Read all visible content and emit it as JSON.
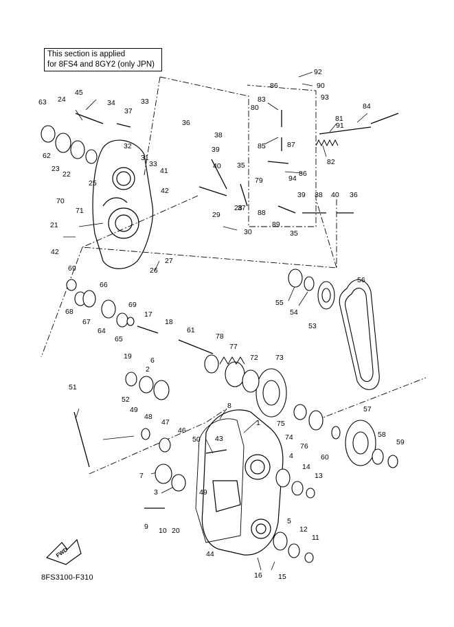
{
  "note": {
    "line1": "This section is applied",
    "line2": "for 8FS4 and 8GY2 (only JPN)"
  },
  "drawing_code": "8FS3100-F310",
  "fwd_label": "FWD",
  "callouts": [
    "92",
    "90",
    "86",
    "83",
    "93",
    "80",
    "84",
    "81",
    "91",
    "85",
    "87",
    "82",
    "79",
    "86",
    "94",
    "88",
    "89",
    "39",
    "38",
    "40",
    "36",
    "35",
    "63",
    "24",
    "45",
    "34",
    "37",
    "33",
    "36",
    "38",
    "39",
    "40",
    "35",
    "37",
    "62",
    "23",
    "22",
    "25",
    "32",
    "31",
    "33",
    "41",
    "70",
    "71",
    "42",
    "21",
    "28",
    "29",
    "30",
    "42",
    "27",
    "26",
    "69",
    "55",
    "54",
    "53",
    "56",
    "68",
    "67",
    "66",
    "64",
    "69",
    "65",
    "17",
    "18",
    "61",
    "78",
    "77",
    "72",
    "73",
    "19",
    "6",
    "2",
    "52",
    "51",
    "8",
    "1",
    "75",
    "74",
    "76",
    "57",
    "60",
    "58",
    "59",
    "49",
    "48",
    "47",
    "46",
    "50",
    "43",
    "4",
    "14",
    "13",
    "7",
    "3",
    "49",
    "9",
    "10",
    "20",
    "5",
    "12",
    "11",
    "44",
    "16",
    "15"
  ]
}
